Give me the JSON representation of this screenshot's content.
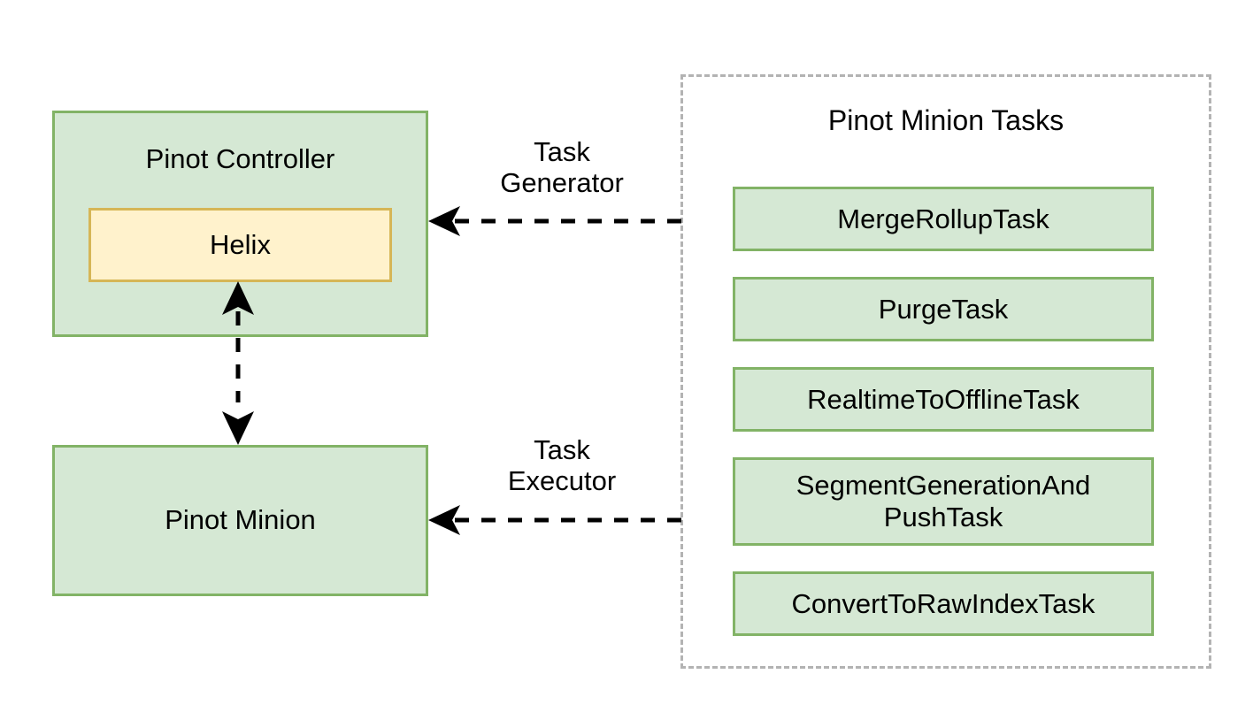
{
  "diagram": {
    "title_visible": false,
    "colors": {
      "green_fill": "#d5e8d4",
      "green_stroke": "#82b366",
      "yellow_fill": "#fff2cc",
      "yellow_stroke": "#d6b656",
      "group_stroke": "#b3b3b3",
      "edge_stroke": "#000000",
      "text": "#000000",
      "background": "#ffffff"
    }
  },
  "controller": {
    "label": "Pinot Controller",
    "inner": {
      "label": "Helix"
    }
  },
  "minion": {
    "label": "Pinot Minion"
  },
  "tasks_group": {
    "title": "Pinot Minion Tasks",
    "items": [
      {
        "label": "MergeRollupTask"
      },
      {
        "label": "PurgeTask"
      },
      {
        "label": "RealtimeToOfflineTask"
      },
      {
        "label": "SegmentGenerationAnd\nPushTask"
      },
      {
        "label": "ConvertToRawIndexTask"
      }
    ]
  },
  "edges": [
    {
      "id": "task-generator",
      "label": "Task\nGenerator",
      "from": "tasks-group",
      "to": "controller",
      "style": "dashed",
      "direction": "left"
    },
    {
      "id": "task-executor",
      "label": "Task\nExecutor",
      "from": "tasks-group",
      "to": "minion",
      "style": "dashed",
      "direction": "left"
    },
    {
      "id": "controller-minion",
      "label": "",
      "from": "controller",
      "to": "minion",
      "style": "dashed",
      "direction": "both"
    }
  ]
}
